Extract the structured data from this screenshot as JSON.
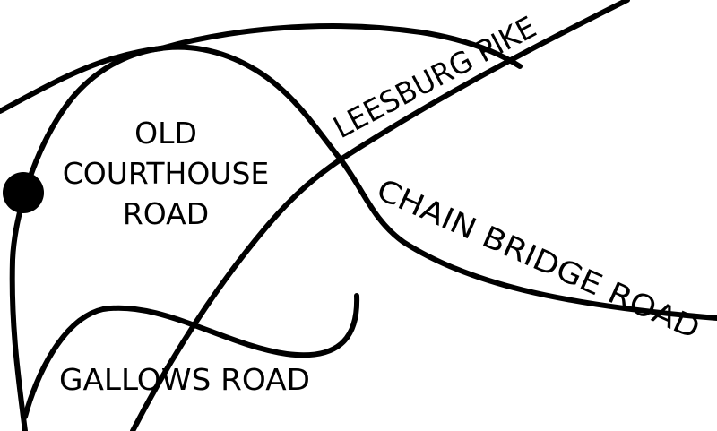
{
  "map": {
    "background_color": "#ffffff",
    "road_color": "#000000",
    "labels": {
      "old_courthouse_line1": "OLD",
      "old_courthouse_line2": "COURTHOUSE",
      "old_courthouse_line3": "ROAD",
      "leesburg_pike": "LEESBURG PIKE",
      "chain_bridge_road": "CHAIN BRIDGE ROAD",
      "gallows_road": "GALLOWS ROAD"
    },
    "markers": [
      {
        "name": "location-dot",
        "shape": "filled-circle"
      }
    ]
  }
}
